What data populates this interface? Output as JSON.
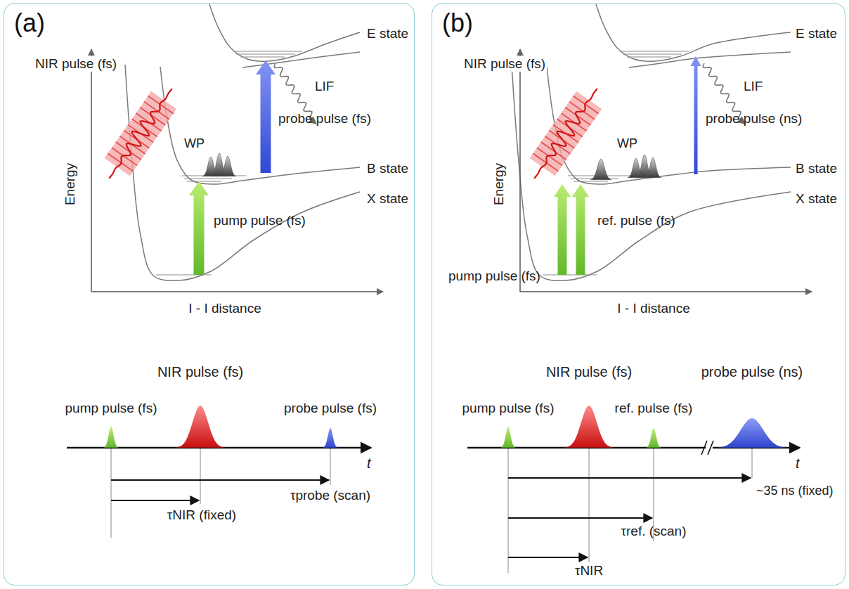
{
  "diagram": {
    "nodes": [
      {
        "text": [
          "(a)"
        ]
      },
      {
        "text": [
          "(b)"
        ]
      }
    ],
    "labels": [
      "NIR pulse (fs)",
      "Energy",
      "E state",
      "LIF",
      "WP",
      "probe pulse (fs)",
      "B state",
      "X state",
      "pump pulse (fs)",
      "I - I distance",
      "NIR pulse (fs)",
      "pump pulse (fs)",
      "probe pulse (fs)",
      "t",
      "τNIR (fixed)",
      "τprobe (scan)",
      "NIR pulse (fs)",
      "Energy",
      "E state",
      "LIF",
      "WP",
      "probe pulse (ns)",
      "B state",
      "X state",
      "pump pulse (fs)",
      "ref. pulse (fs)",
      "I - I distance",
      "NIR pulse (fs)",
      "probe pulse (ns)",
      "pump pulse (fs)",
      "ref. pulse (fs)",
      "t",
      "~35 ns (fixed)",
      "τref. (scan)",
      "τNIR"
    ]
  }
}
